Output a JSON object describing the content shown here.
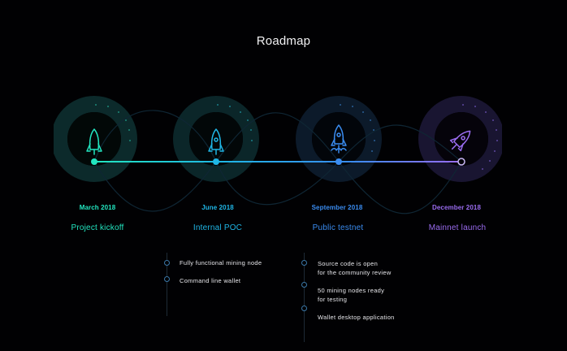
{
  "title": "Roadmap",
  "colors": {
    "background": "#010103",
    "milestone_1": "#22e6c0",
    "milestone_2": "#1fb6e6",
    "milestone_3": "#3a8cf0",
    "milestone_4": "#9a6cf0"
  },
  "milestones": [
    {
      "date": "March 2018",
      "label": "Project kickoff",
      "icon": "rocket-icon"
    },
    {
      "date": "June 2018",
      "label": "Internal POC",
      "icon": "rocket-icon"
    },
    {
      "date": "September 2018",
      "label": "Public testnet",
      "icon": "rocket-launch-icon"
    },
    {
      "date": "December 2018",
      "label": "Mainnet launch",
      "icon": "rocket-flying-icon"
    }
  ],
  "tasks": {
    "june": [
      "Fully functional mining node",
      "Command line wallet"
    ],
    "september": [
      "Source code is open\nfor the community review",
      "50 mining nodes ready\nfor testing",
      "Wallet desktop application"
    ]
  }
}
